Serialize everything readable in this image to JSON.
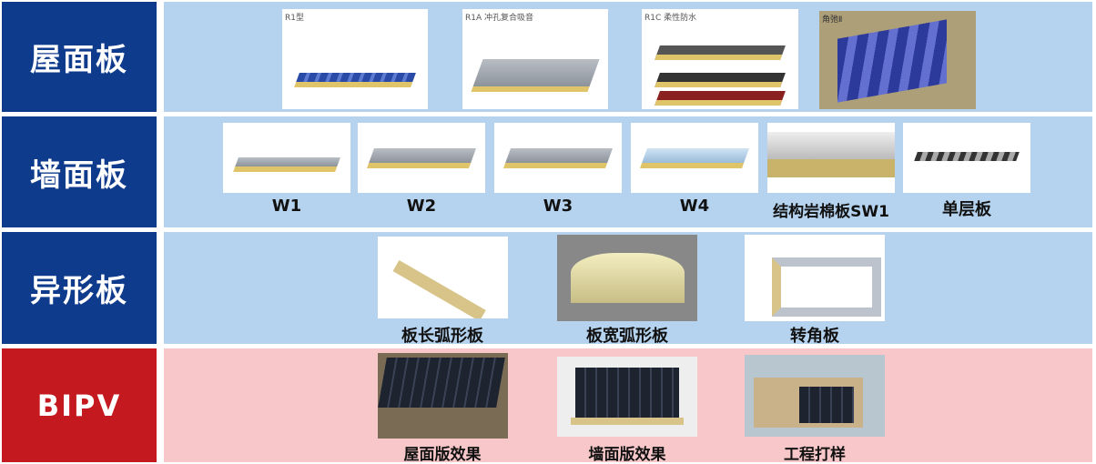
{
  "rows": [
    {
      "label": "屋面板",
      "items": [
        {
          "caption": "R1型"
        },
        {
          "caption": "R1A 冲孔复合吸音"
        },
        {
          "caption": "R1C 柔性防水"
        },
        {
          "caption": "角弛Ⅱ"
        }
      ]
    },
    {
      "label": "墙面板",
      "items": [
        {
          "caption": "W1"
        },
        {
          "caption": "W2"
        },
        {
          "caption": "W3"
        },
        {
          "caption": "W4"
        },
        {
          "caption": "结构岩棉板SW1"
        },
        {
          "caption": "单层板"
        }
      ]
    },
    {
      "label": "异形板",
      "items": [
        {
          "caption": "板长弧形板"
        },
        {
          "caption": "板宽弧形板"
        },
        {
          "caption": "转角板"
        }
      ]
    },
    {
      "label": "BIPV",
      "items": [
        {
          "caption": "屋面版效果"
        },
        {
          "caption": "墙面版效果"
        },
        {
          "caption": "工程打样"
        }
      ]
    }
  ],
  "colors": {
    "label_blue": "#0f3b8c",
    "label_red": "#c41a1f",
    "panel_blue": "#b5d3ee",
    "panel_pink": "#f7c7c9"
  }
}
